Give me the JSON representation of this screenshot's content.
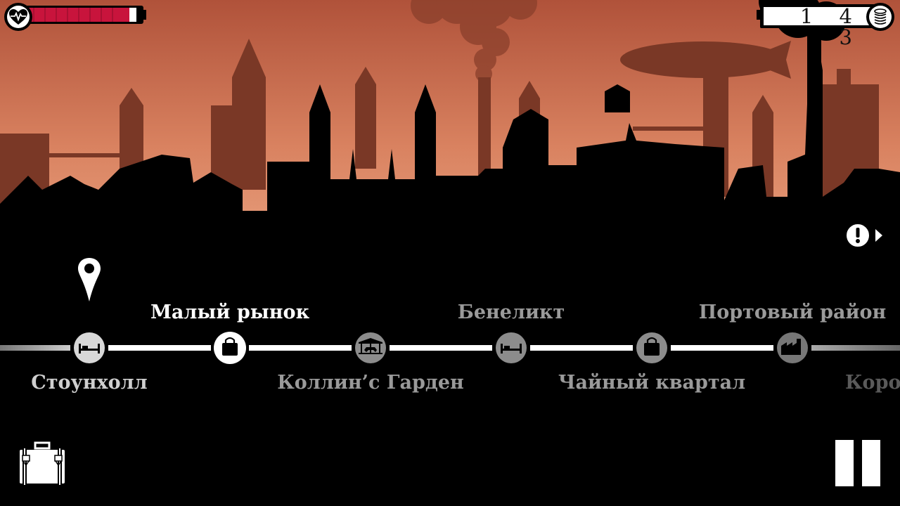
{
  "hud": {
    "health_fraction": 0.94,
    "health_color": "#c8143c",
    "coins": "1 4 3",
    "heart_icon": "heartbeat-icon",
    "coin_icon": "coin-stack-icon"
  },
  "colors": {
    "sky_top": "#b5553a",
    "sky_bottom": "#e8a078",
    "silhouette_far": "#7a3a26",
    "silhouette_mid": "#3a1a10"
  },
  "stations": [
    {
      "name": "Стоунхолл",
      "icon": "bed-icon",
      "position": "below",
      "state": "dim-white"
    },
    {
      "name": "Малый рынок",
      "icon": "shopping-bag-icon",
      "position": "above",
      "state": "active"
    },
    {
      "name": "Коллин’с Гарден",
      "icon": "carousel-icon",
      "position": "below",
      "state": "dim"
    },
    {
      "name": "Бенеликт",
      "icon": "bed-icon",
      "position": "above",
      "state": "dim"
    },
    {
      "name": "Чайный квартал",
      "icon": "shopping-bag-icon",
      "position": "below",
      "state": "dim"
    },
    {
      "name": "Портовый район",
      "icon": "factory-icon",
      "position": "above",
      "state": "dim"
    },
    {
      "name": "Корол",
      "icon": "",
      "position": "below",
      "state": "fade"
    }
  ],
  "controls": {
    "alert_icon": "alert-icon",
    "inventory_icon": "suitcase-icon",
    "pause_icon": "pause-icon",
    "location_pin_icon": "location-pin-icon"
  }
}
